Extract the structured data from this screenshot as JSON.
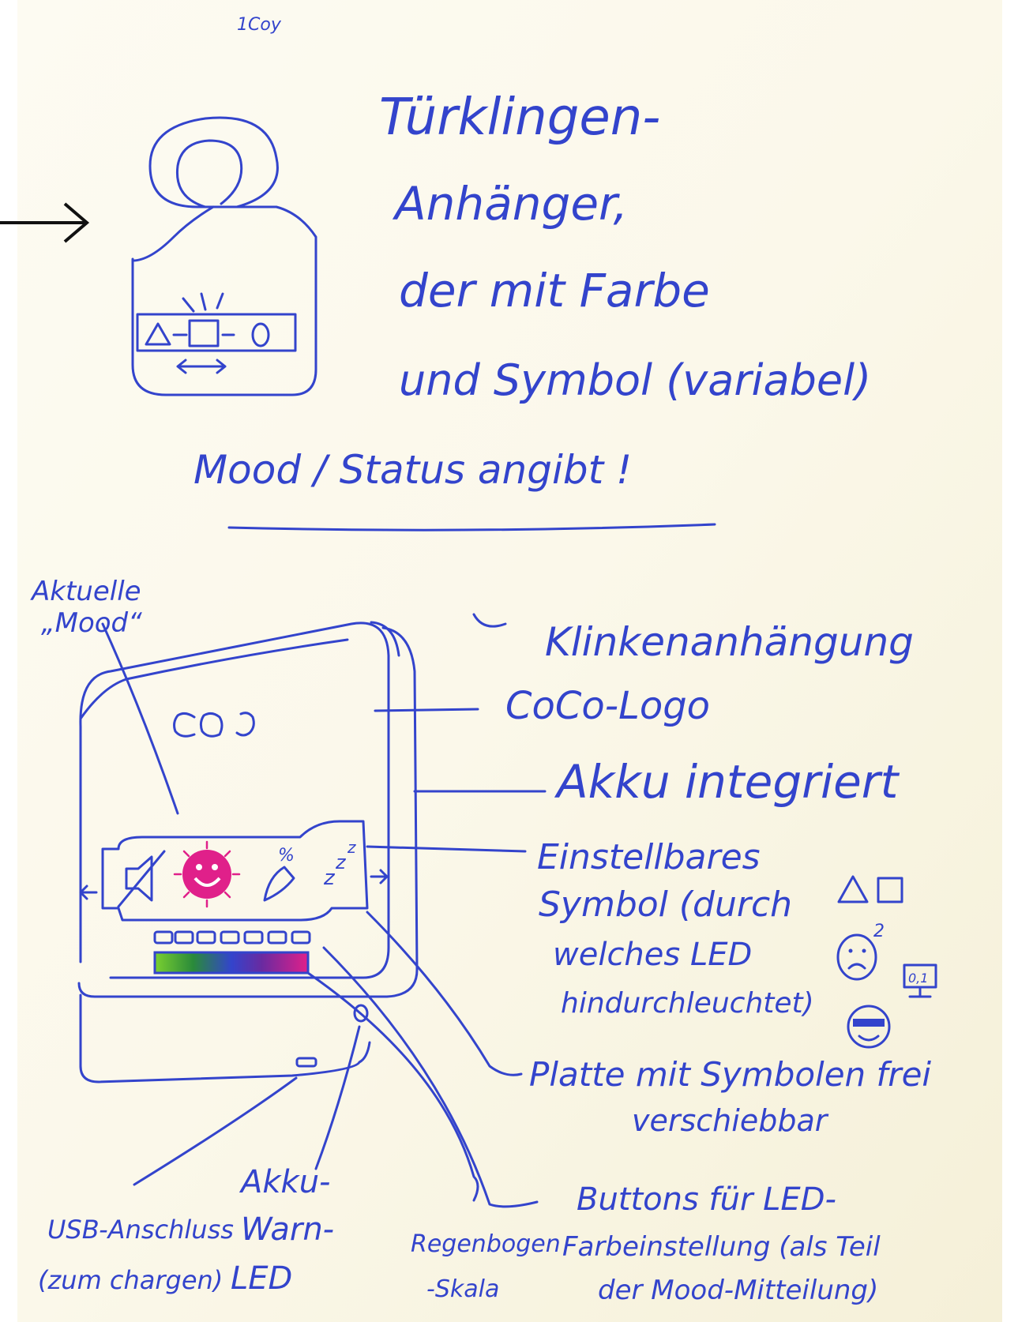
{
  "page_number": "1Coy",
  "title_lines": [
    "Türklingen-",
    "Anhänger,",
    "der mit Farbe",
    "und Symbol (variabel)",
    "Mood / Status angibt !"
  ],
  "labels": {
    "current_mood": [
      "Aktuelle",
      "„Mood“"
    ],
    "handle_mount": "Klinkenanhängung",
    "coco_logo": "CoCo-Logo",
    "battery": "Akku integriert",
    "adjustable_symbol": [
      "Einstellbares",
      "Symbol (durch",
      "welches LED",
      "hindurchleuchtet)"
    ],
    "plate": [
      "Platte mit Symbolen frei",
      "verschiebbar"
    ],
    "buttons": [
      "Buttons für LED-",
      "Farbeinstellung (als Teil",
      "der Mood-Mitteilung)"
    ],
    "usb": [
      "USB-Anschluss",
      "(zum chargen)"
    ],
    "battery_led": [
      "Akku-",
      "Warn-",
      "LED"
    ],
    "rainbow": [
      "Regenbogen",
      "-Skala"
    ]
  },
  "colors": {
    "ink": "#3344cc",
    "highlight": "#e0208a",
    "paper": "#fdfbf0",
    "rainbow": [
      "#7ad030",
      "#2a8a3a",
      "#3344cc",
      "#6a2aa0",
      "#e0208a"
    ]
  }
}
